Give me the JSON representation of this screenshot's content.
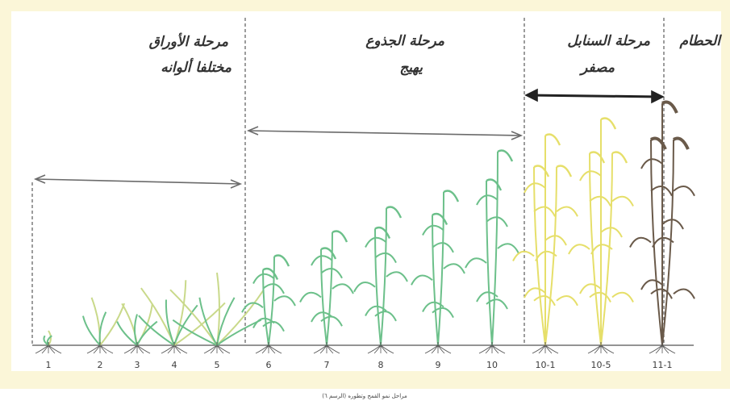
{
  "stages": {
    "leaf": {
      "title": "مرحلة الأوراق",
      "subtitle": "مختلفا ألوانه"
    },
    "stem": {
      "title": "مرحلة الجذوع",
      "subtitle": "يهيج"
    },
    "ear": {
      "title": "مرحلة السنابل",
      "subtitle": "مصفر"
    },
    "straw": {
      "title": "الحطام"
    }
  },
  "growth_labels": [
    "1",
    "2",
    "3",
    "4",
    "5",
    "6",
    "7",
    "8",
    "9",
    "10",
    "10-1",
    "10-5",
    "11-1"
  ],
  "caption": "(الرسم ٦) مراحل نمو القمح وتطوره",
  "colors": {
    "background_band": "#fbf6d8",
    "green_plant": "#6cc08a",
    "yellow_plant": "#e6df6a",
    "dry_plant": "#6a5a4a"
  }
}
